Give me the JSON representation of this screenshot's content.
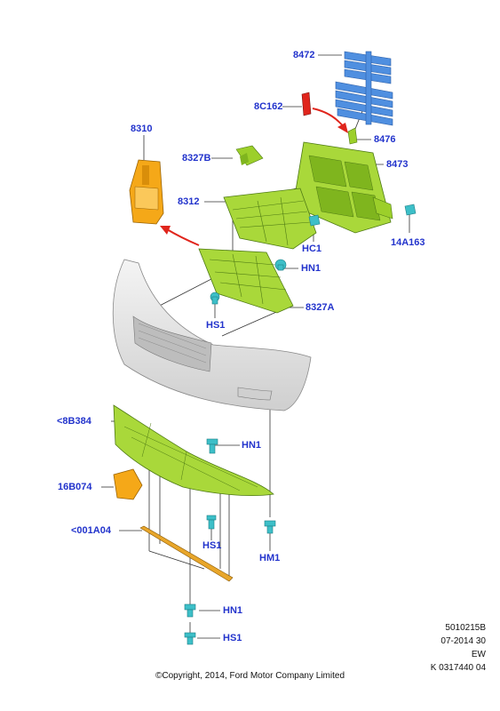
{
  "diagram": {
    "callouts": {
      "c8472": "8472",
      "c8C162": "8C162",
      "c8476": "8476",
      "c8310": "8310",
      "c8327B": "8327B",
      "c8473": "8473",
      "c8312": "8312",
      "c14A163": "14A163",
      "cHC1": "HC1",
      "cHN1a": "HN1",
      "c8327A": "8327A",
      "cHS1a": "HS1",
      "c8B384": "<8B384",
      "cHN1b": "HN1",
      "c16B074": "16B074",
      "cHS1b": "HS1",
      "c001A04": "<001A04",
      "cHM1": "HM1",
      "cHN1c": "HN1",
      "cHS1c": "HS1"
    },
    "colors": {
      "label_blue": "#2233cc",
      "grille_green": "#9ccf2a",
      "duct_orange": "#f5a818",
      "louver_blue": "#4f8fe0",
      "clip_teal": "#3dbfc8",
      "arrow_red": "#e0251c",
      "bumper_gray": "#e4e4e4"
    },
    "meta": {
      "line1": "5010215B",
      "line2": "07-2014 30",
      "line3": "EW",
      "line4": "K 0317440 04"
    },
    "copyright": "©Copyright, 2014, Ford Motor Company Limited"
  }
}
